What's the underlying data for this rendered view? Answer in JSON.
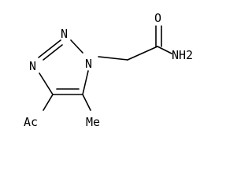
{
  "molecule": {
    "atom_labels": {
      "n2": "N",
      "n3": "N",
      "n1": "N",
      "oxygen": "O",
      "amide_nh2": "NH2",
      "acetyl": "Ac",
      "methyl": "Me"
    },
    "colors": {
      "bond": "#000000",
      "text": "#000000",
      "background": "#ffffff"
    }
  }
}
